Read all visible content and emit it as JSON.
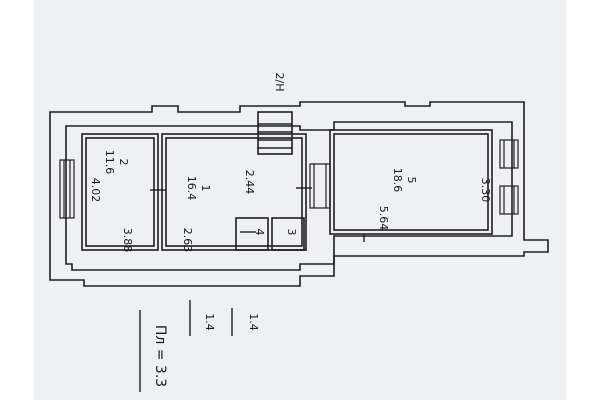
{
  "plan": {
    "stair_label": "2/Н",
    "rooms": [
      {
        "num": "2",
        "area": "11.6",
        "w": "4.02",
        "h": "3.88"
      },
      {
        "num": "1",
        "area": "16.4",
        "w": "2.63"
      },
      {
        "num": "5",
        "area": "18.6",
        "w": "5.64",
        "h": "3.30"
      }
    ],
    "hall_dim": "2.44",
    "small_rooms": [
      {
        "num": "4",
        "area": "1.4"
      },
      {
        "num": "3",
        "area": "1.4"
      }
    ],
    "legend_line": "Пл = 3.3"
  },
  "colors": {
    "paper": "#eef0f4",
    "ink": "#1f1f1f",
    "background_left": "#ffffff",
    "background_right": "#ffffff"
  }
}
